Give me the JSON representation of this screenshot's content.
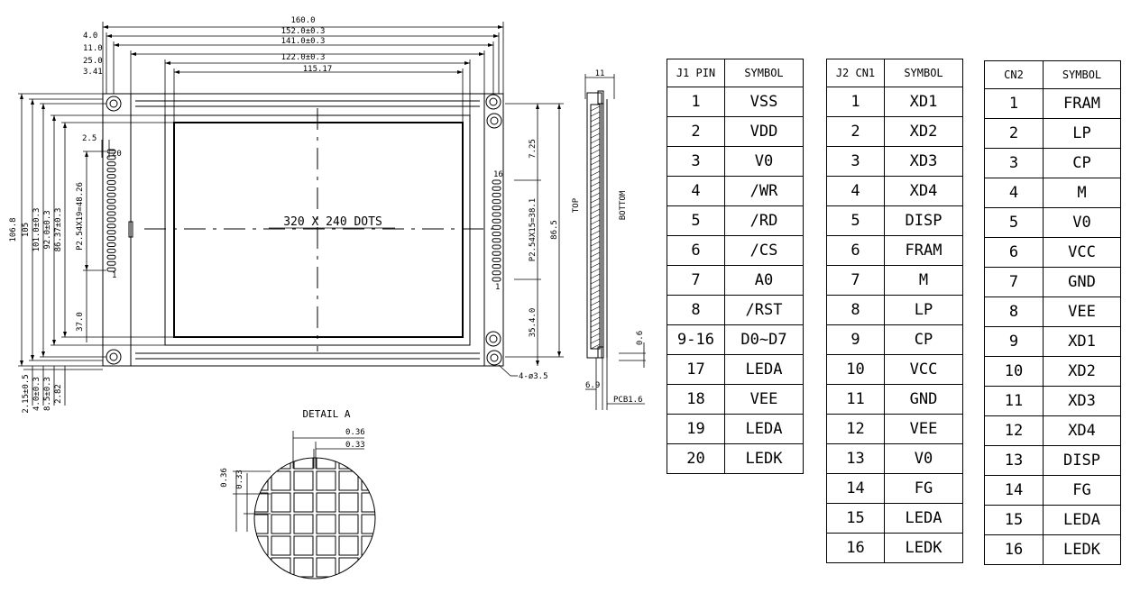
{
  "drawing": {
    "top_dims": [
      "160.0",
      "152.0±0.3",
      "141.0±0.3",
      "122.0±0.3",
      "115.17"
    ],
    "top_left_dims": [
      "4.0",
      "11.0",
      "25.0",
      "3.41"
    ],
    "left_dims": [
      "106.8",
      "105",
      "101.0±0.3",
      "92.0±0.3",
      "86.37±0.3",
      "P2.54X19=48.26",
      "37.0"
    ],
    "bottom_left_dims": [
      "2.15±0.5",
      "4.0±0.3",
      "8.5±0.3",
      "2.82"
    ],
    "j1_labels": {
      "pitch_offset": "2.5",
      "pin_last": "20",
      "pin_first": "1"
    },
    "screen_label": "320 X 240 DOTS",
    "right_dims": {
      "top": "7.25",
      "pitch": "P2.54X15=38.1",
      "height": "86.5",
      "bottom": "35.4.0",
      "pin_last": "16",
      "pin_first": "1",
      "holes": "4-ø3.5"
    },
    "side_view": {
      "width": "11",
      "top": "TOP",
      "bottom": "BOTTOM",
      "dim_small": "0.6",
      "dim_thick": "6.9",
      "pcb": "PCB1.6"
    },
    "detail": {
      "title": "DETAIL A",
      "pitch_h": "0.36",
      "dot_h": "0.33",
      "pitch_v": "0.36",
      "dot_v": "0.33"
    }
  },
  "tables": {
    "j1": {
      "header": [
        "J1 PIN",
        "SYMBOL"
      ],
      "rows": [
        [
          "1",
          "VSS"
        ],
        [
          "2",
          "VDD"
        ],
        [
          "3",
          "V0"
        ],
        [
          "4",
          "/WR"
        ],
        [
          "5",
          "/RD"
        ],
        [
          "6",
          "/CS"
        ],
        [
          "7",
          "A0"
        ],
        [
          "8",
          "/RST"
        ],
        [
          "9-16",
          "D0~D7"
        ],
        [
          "17",
          "LEDA"
        ],
        [
          "18",
          "VEE"
        ],
        [
          "19",
          "LEDA"
        ],
        [
          "20",
          "LEDK"
        ]
      ]
    },
    "j2": {
      "header": [
        "J2 CN1",
        "SYMBOL"
      ],
      "rows": [
        [
          "1",
          "XD1"
        ],
        [
          "2",
          "XD2"
        ],
        [
          "3",
          "XD3"
        ],
        [
          "4",
          "XD4"
        ],
        [
          "5",
          "DISP"
        ],
        [
          "6",
          "FRAM"
        ],
        [
          "7",
          "M"
        ],
        [
          "8",
          "LP"
        ],
        [
          "9",
          "CP"
        ],
        [
          "10",
          "VCC"
        ],
        [
          "11",
          "GND"
        ],
        [
          "12",
          "VEE"
        ],
        [
          "13",
          "V0"
        ],
        [
          "14",
          "FG"
        ],
        [
          "15",
          "LEDA"
        ],
        [
          "16",
          "LEDK"
        ]
      ]
    },
    "cn2": {
      "header": [
        "CN2",
        "SYMBOL"
      ],
      "rows": [
        [
          "1",
          "FRAM"
        ],
        [
          "2",
          "LP"
        ],
        [
          "3",
          "CP"
        ],
        [
          "4",
          "M"
        ],
        [
          "5",
          "V0"
        ],
        [
          "6",
          "VCC"
        ],
        [
          "7",
          "GND"
        ],
        [
          "8",
          "VEE"
        ],
        [
          "9",
          "XD1"
        ],
        [
          "10",
          "XD2"
        ],
        [
          "11",
          "XD3"
        ],
        [
          "12",
          "XD4"
        ],
        [
          "13",
          "DISP"
        ],
        [
          "14",
          "FG"
        ],
        [
          "15",
          "LEDA"
        ],
        [
          "16",
          "LEDK"
        ]
      ]
    }
  }
}
